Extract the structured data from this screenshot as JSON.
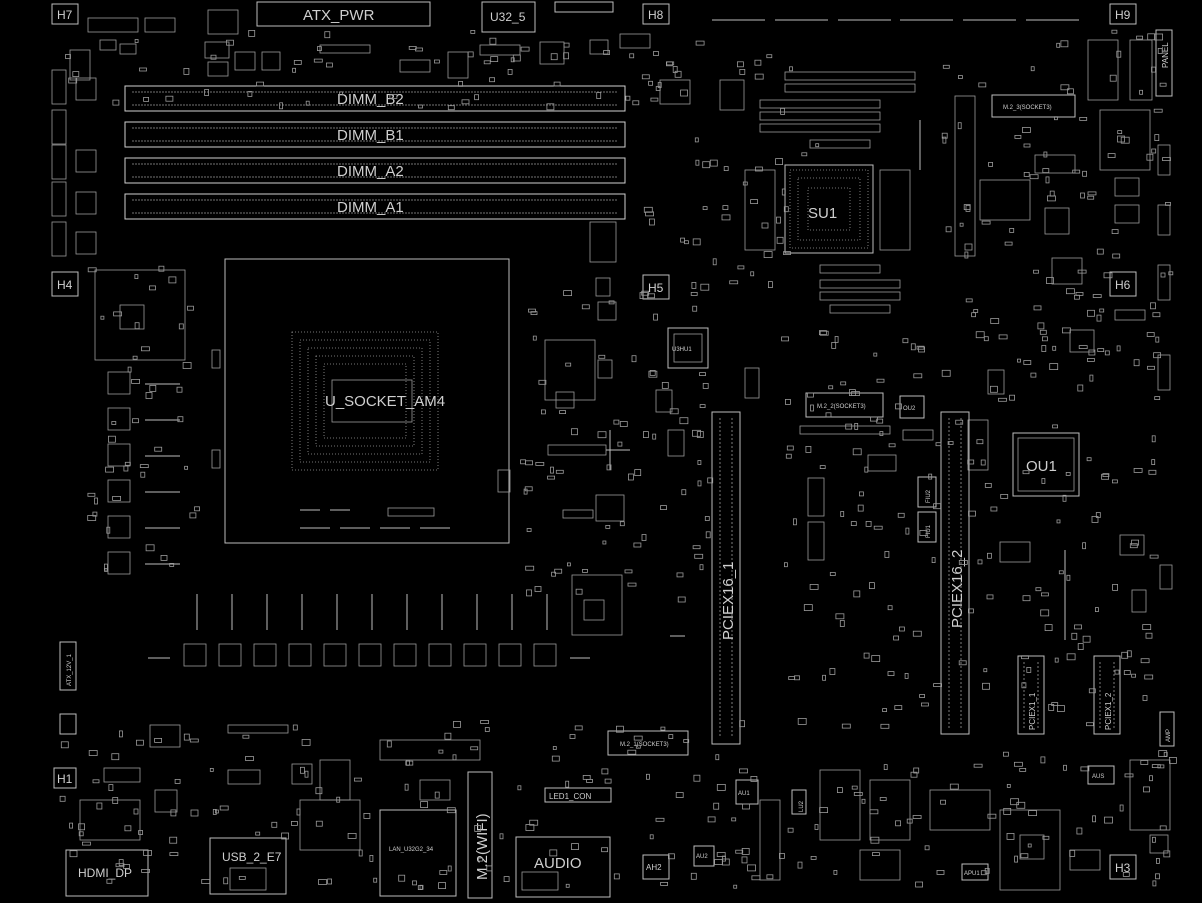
{
  "labels": {
    "atx_pwr": "ATX_PWR",
    "u32_5": "U32_5",
    "h7": "H7",
    "h8": "H8",
    "h9": "H9",
    "h4": "H4",
    "h5": "H5",
    "h6": "H6",
    "h1": "H1",
    "h3": "H3",
    "dimm_b2": "DIMM_B2",
    "dimm_b1": "DIMM_B1",
    "dimm_a2": "DIMM_A2",
    "dimm_a1": "DIMM_A1",
    "su1": "SU1",
    "cpu": "U_SOCKET_AM4",
    "u3hu1": "U3HU1",
    "m2_3": "M.2_3(SOCKET3)",
    "m2_2": "M.2_2(SOCKET3)",
    "m2_1": "M.2_1(SOCKET3)",
    "pciex16_1": "PCIEX16_1",
    "pciex16_2": "PCIEX16_2",
    "pciex1_1": "PCIEX1_1",
    "pciex1_2": "PCIEX1_2",
    "ou1": "OU1",
    "ou2": "OU2",
    "fiu1": "FIU1",
    "fiu2": "FIU2",
    "atx_12v": "ATX_12V_1",
    "hdmi_dp": "HDMI_DP",
    "usb_2_e7": "USB_2_E7",
    "lan_usb": "LAN_U32G2_34",
    "m2_wifi": "M.2(WIFI)",
    "audio": "AUDIO",
    "led1_con": "LED1_CON",
    "au1": "AU1",
    "au2": "AU2",
    "aus": "AUS",
    "apu1": "APU1",
    "ah2": "AH2",
    "lu2": "LU2",
    "panel": "PANEL",
    "amp": "AMP"
  }
}
